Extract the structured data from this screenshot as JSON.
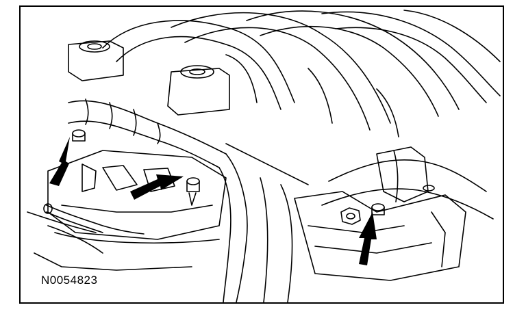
{
  "figure": {
    "id_label": "N0054823"
  },
  "colors": {
    "line": "#000000",
    "background": "#ffffff"
  },
  "callouts": [
    {
      "name": "callout-arrow-left-bolt"
    },
    {
      "name": "callout-arrow-center-bolt"
    },
    {
      "name": "callout-arrow-right-bolt"
    }
  ]
}
